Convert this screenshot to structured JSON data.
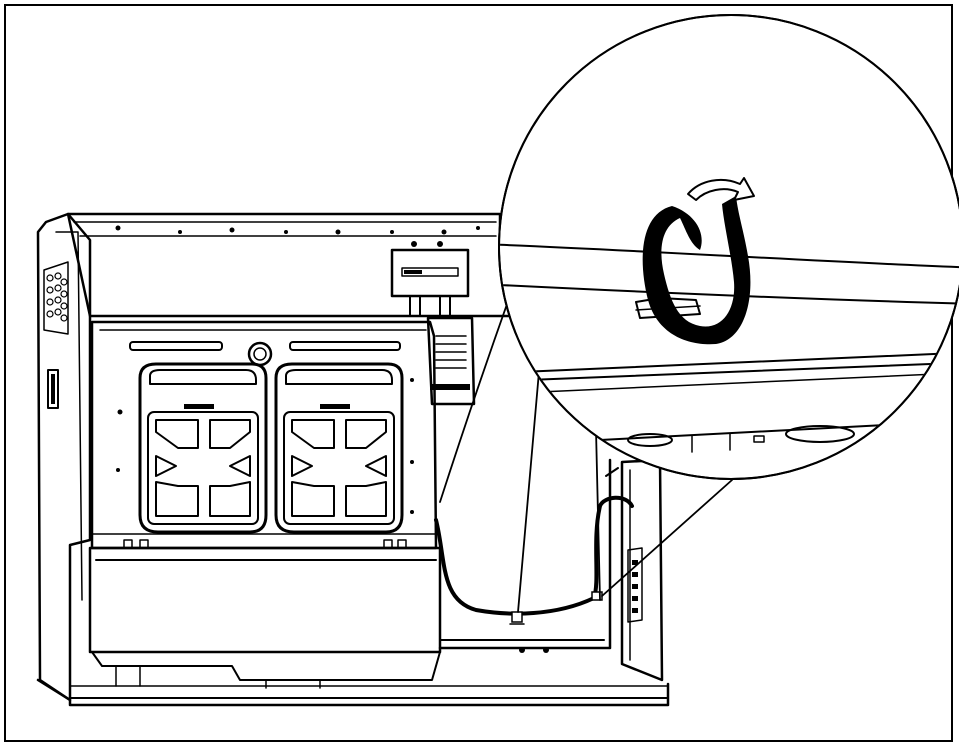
{
  "figure": {
    "kind": "technical-illustration",
    "subject": "appliance-rear-view-with-cable-routing",
    "detail_callout": true,
    "callout_shape": "circle",
    "callout_content": "cable-loop-clip",
    "action_arrow": "rotate-clockwise",
    "colors": {
      "ink": "#000000",
      "paper": "#ffffff"
    },
    "icons": [
      "curved-arrow-icon",
      "cable-clip-icon",
      "screw-icon",
      "vent-grille-icon"
    ]
  }
}
